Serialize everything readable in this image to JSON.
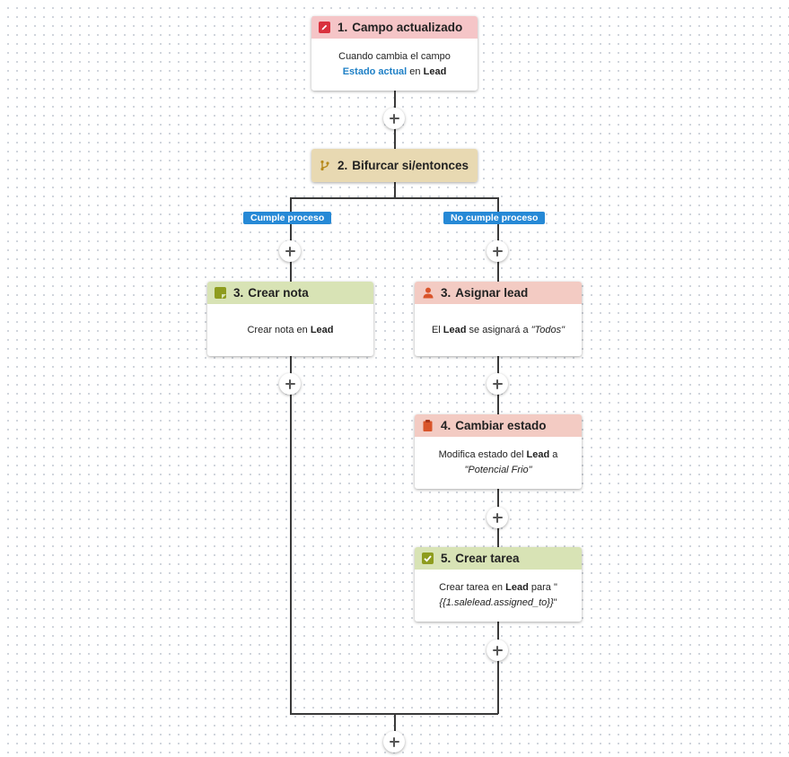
{
  "colors": {
    "trigger_header": "#f5c5c7",
    "branch_header": "#e8d9b2",
    "note_header": "#d8e3b5",
    "assign_header": "#f3cbc3",
    "status_header": "#f3cbc3",
    "task_header": "#d8e3b5",
    "badge": "#2689d6",
    "highlight": "#1f80c6"
  },
  "trigger": {
    "icon": "edit-field-icon",
    "number": "1.",
    "title": "Campo actualizado",
    "desc_prefix": "Cuando cambia el campo",
    "field_name": "Estado actual",
    "desc_mid": "en",
    "entity": "Lead"
  },
  "branch": {
    "icon": "branch-icon",
    "number": "2.",
    "title": "Bifurcar si/entonces",
    "yes_label": "Cumple proceso",
    "no_label": "No cumple proceso"
  },
  "note": {
    "icon": "note-icon",
    "number": "3.",
    "title": "Crear nota",
    "desc_prefix": "Crear nota en",
    "entity": "Lead"
  },
  "assign": {
    "icon": "user-icon",
    "number": "3.",
    "title": "Asignar lead",
    "desc_prefix": "El",
    "entity": "Lead",
    "desc_mid": "se asignará a",
    "target": "\"Todos\""
  },
  "status": {
    "icon": "clipboard-icon",
    "number": "4.",
    "title": "Cambiar estado",
    "desc_prefix": "Modifica estado del",
    "entity": "Lead",
    "desc_mid": "a",
    "target": "\"Potencial Frio\""
  },
  "task": {
    "icon": "checkbox-icon",
    "number": "5.",
    "title": "Crear tarea",
    "desc_prefix": "Crear tarea en",
    "entity": "Lead",
    "desc_mid": "para \"",
    "target": "{{1.salelead.assigned_to}}",
    "desc_suffix": "\""
  }
}
